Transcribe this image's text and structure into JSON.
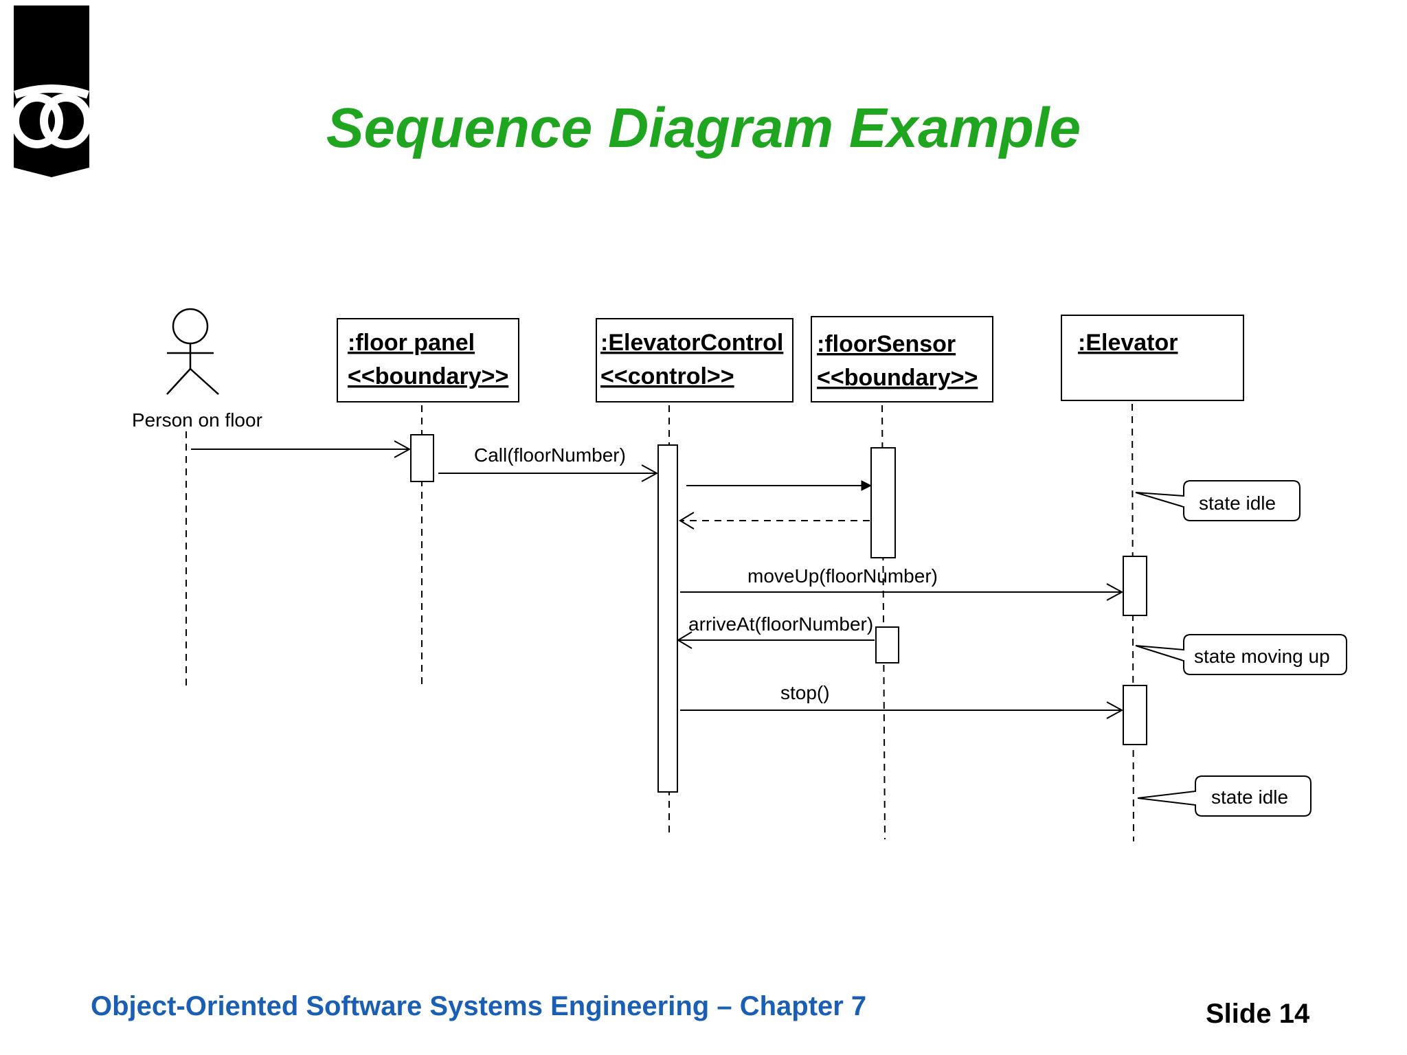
{
  "slide": {
    "title": "Sequence Diagram Example",
    "footer_text": "Object-Oriented Software Systems Engineering – Chapter 7",
    "slide_number": "Slide 14",
    "title_color": "#1fa51f",
    "footer_color": "#1a5fb4"
  },
  "diagram": {
    "actor": {
      "label": "Person on floor"
    },
    "objects": [
      {
        "name": ":floor panel",
        "stereotype": "<<boundary>>"
      },
      {
        "name": ":ElevatorControl",
        "stereotype": "<<control>>"
      },
      {
        "name": ":floorSensor",
        "stereotype": "<<boundary>>"
      },
      {
        "name": ":Elevator",
        "stereotype": ""
      }
    ],
    "messages": [
      {
        "label": ""
      },
      {
        "label": "Call(floorNumber)"
      },
      {
        "label": ""
      },
      {
        "label": ""
      },
      {
        "label": "moveUp(floorNumber)"
      },
      {
        "label": "arriveAt(floorNumber)"
      },
      {
        "label": "stop()"
      }
    ],
    "notes": [
      {
        "text": "state idle"
      },
      {
        "text": "state moving up"
      },
      {
        "text": "state idle"
      }
    ]
  }
}
